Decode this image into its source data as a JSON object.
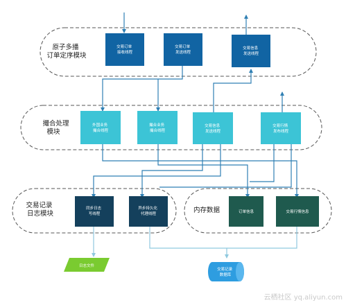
{
  "groups": {
    "order": {
      "label_lines": [
        "原子多播",
        "订单定序模块"
      ]
    },
    "match": {
      "label_lines": [
        "撮合处理",
        "模块"
      ]
    },
    "log": {
      "label_lines": [
        "交易记录",
        "日志模块"
      ]
    },
    "mem": {
      "label_lines": [
        "内存数据"
      ]
    }
  },
  "boxes": {
    "recv_order": {
      "lines": [
        "交易订单",
        "接收线程"
      ]
    },
    "send_order": {
      "lines": [
        "交易订单",
        "发送线程"
      ]
    },
    "send_info_top": {
      "lines": [
        "交易信息",
        "发送线程"
      ]
    },
    "foreign_match": {
      "lines": [
        "外国业务",
        "撮合线程"
      ]
    },
    "match_biz": {
      "lines": [
        "撮合业务",
        "撮合线程"
      ]
    },
    "send_info_mid": {
      "lines": [
        "交易信息",
        "发送线程"
      ]
    },
    "quote_publish": {
      "lines": [
        "交易行情",
        "发布线程"
      ]
    },
    "sync_log": {
      "lines": [
        "同步日志",
        "写线程"
      ]
    },
    "async_persist": {
      "lines": [
        "异步持久化",
        "代理线程"
      ]
    },
    "order_info": {
      "lines": [
        "订单信息"
      ]
    },
    "quote_info": {
      "lines": [
        "交易行情信息"
      ]
    }
  },
  "outputs": {
    "log_file": {
      "text": "日志文件"
    },
    "trade_db": {
      "lines": [
        "交易记录",
        "数据库"
      ]
    }
  },
  "watermark": "云栖社区 yq.aliyun.com",
  "colors": {
    "dark_blue": "#1164a3",
    "cyan": "#3cc4d6",
    "navy": "#14405c",
    "dark_teal": "#1f5a4e",
    "green": "#7acb30",
    "db_blue": "#2e9de0",
    "line": "#2f7fb3",
    "line_light": "#9fd3e6",
    "dash": "#555555"
  }
}
